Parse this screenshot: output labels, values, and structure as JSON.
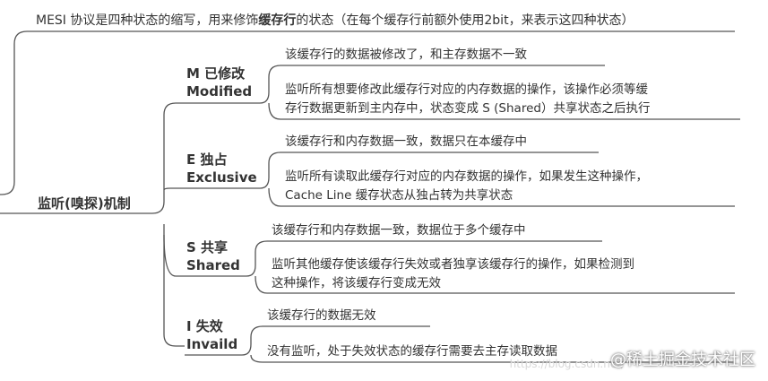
{
  "header": {
    "prefix": "MESI 协议是四种状态的缩写，用来修饰",
    "emphasis": "缓存行",
    "suffix": "的状态（在每个缓存行前额外使用2bit，来表示这四种状态）"
  },
  "root_label": "监听(嗅探)机制",
  "states": [
    {
      "title_cn": "M 已修改",
      "title_en": "Modified",
      "description": "该缓存行的数据被修改了，和主存数据不一致",
      "monitor": [
        "监听所有想要修改此缓存行对应的内存数据的操作，该操作必须等缓",
        "存行数据更新到主内存中，状态变成 S (Shared）共享状态之后执行"
      ]
    },
    {
      "title_cn": "E 独占",
      "title_en": "Exclusive",
      "description": "该缓存行和内存数据一致，数据只在本缓存中",
      "monitor": [
        "监听所有读取此缓存行对应的内存数据的操作，如果发生这种操作，",
        "Cache Line 缓存状态从独占转为共享状态"
      ]
    },
    {
      "title_cn": "S 共享",
      "title_en": "Shared",
      "description": "该缓存行和内存数据一致，数据位于多个缓存中",
      "monitor": [
        "监听其他缓存使该缓存行失效或者独享该缓存行的操作，如果检测到",
        "这种操作，将该缓存行变成无效"
      ]
    },
    {
      "title_cn": "I 失效",
      "title_en": "Invaild",
      "description": "该缓存行的数据无效",
      "monitor": [
        "没有监听，处于失效状态的缓存行需要去主存读取数据"
      ]
    }
  ],
  "watermark": {
    "url": "https://blog.csdn.net/",
    "text": "@稀土掘金技术社区"
  },
  "colors": {
    "line": "#555555",
    "text": "#333333",
    "background": "#ffffff"
  }
}
